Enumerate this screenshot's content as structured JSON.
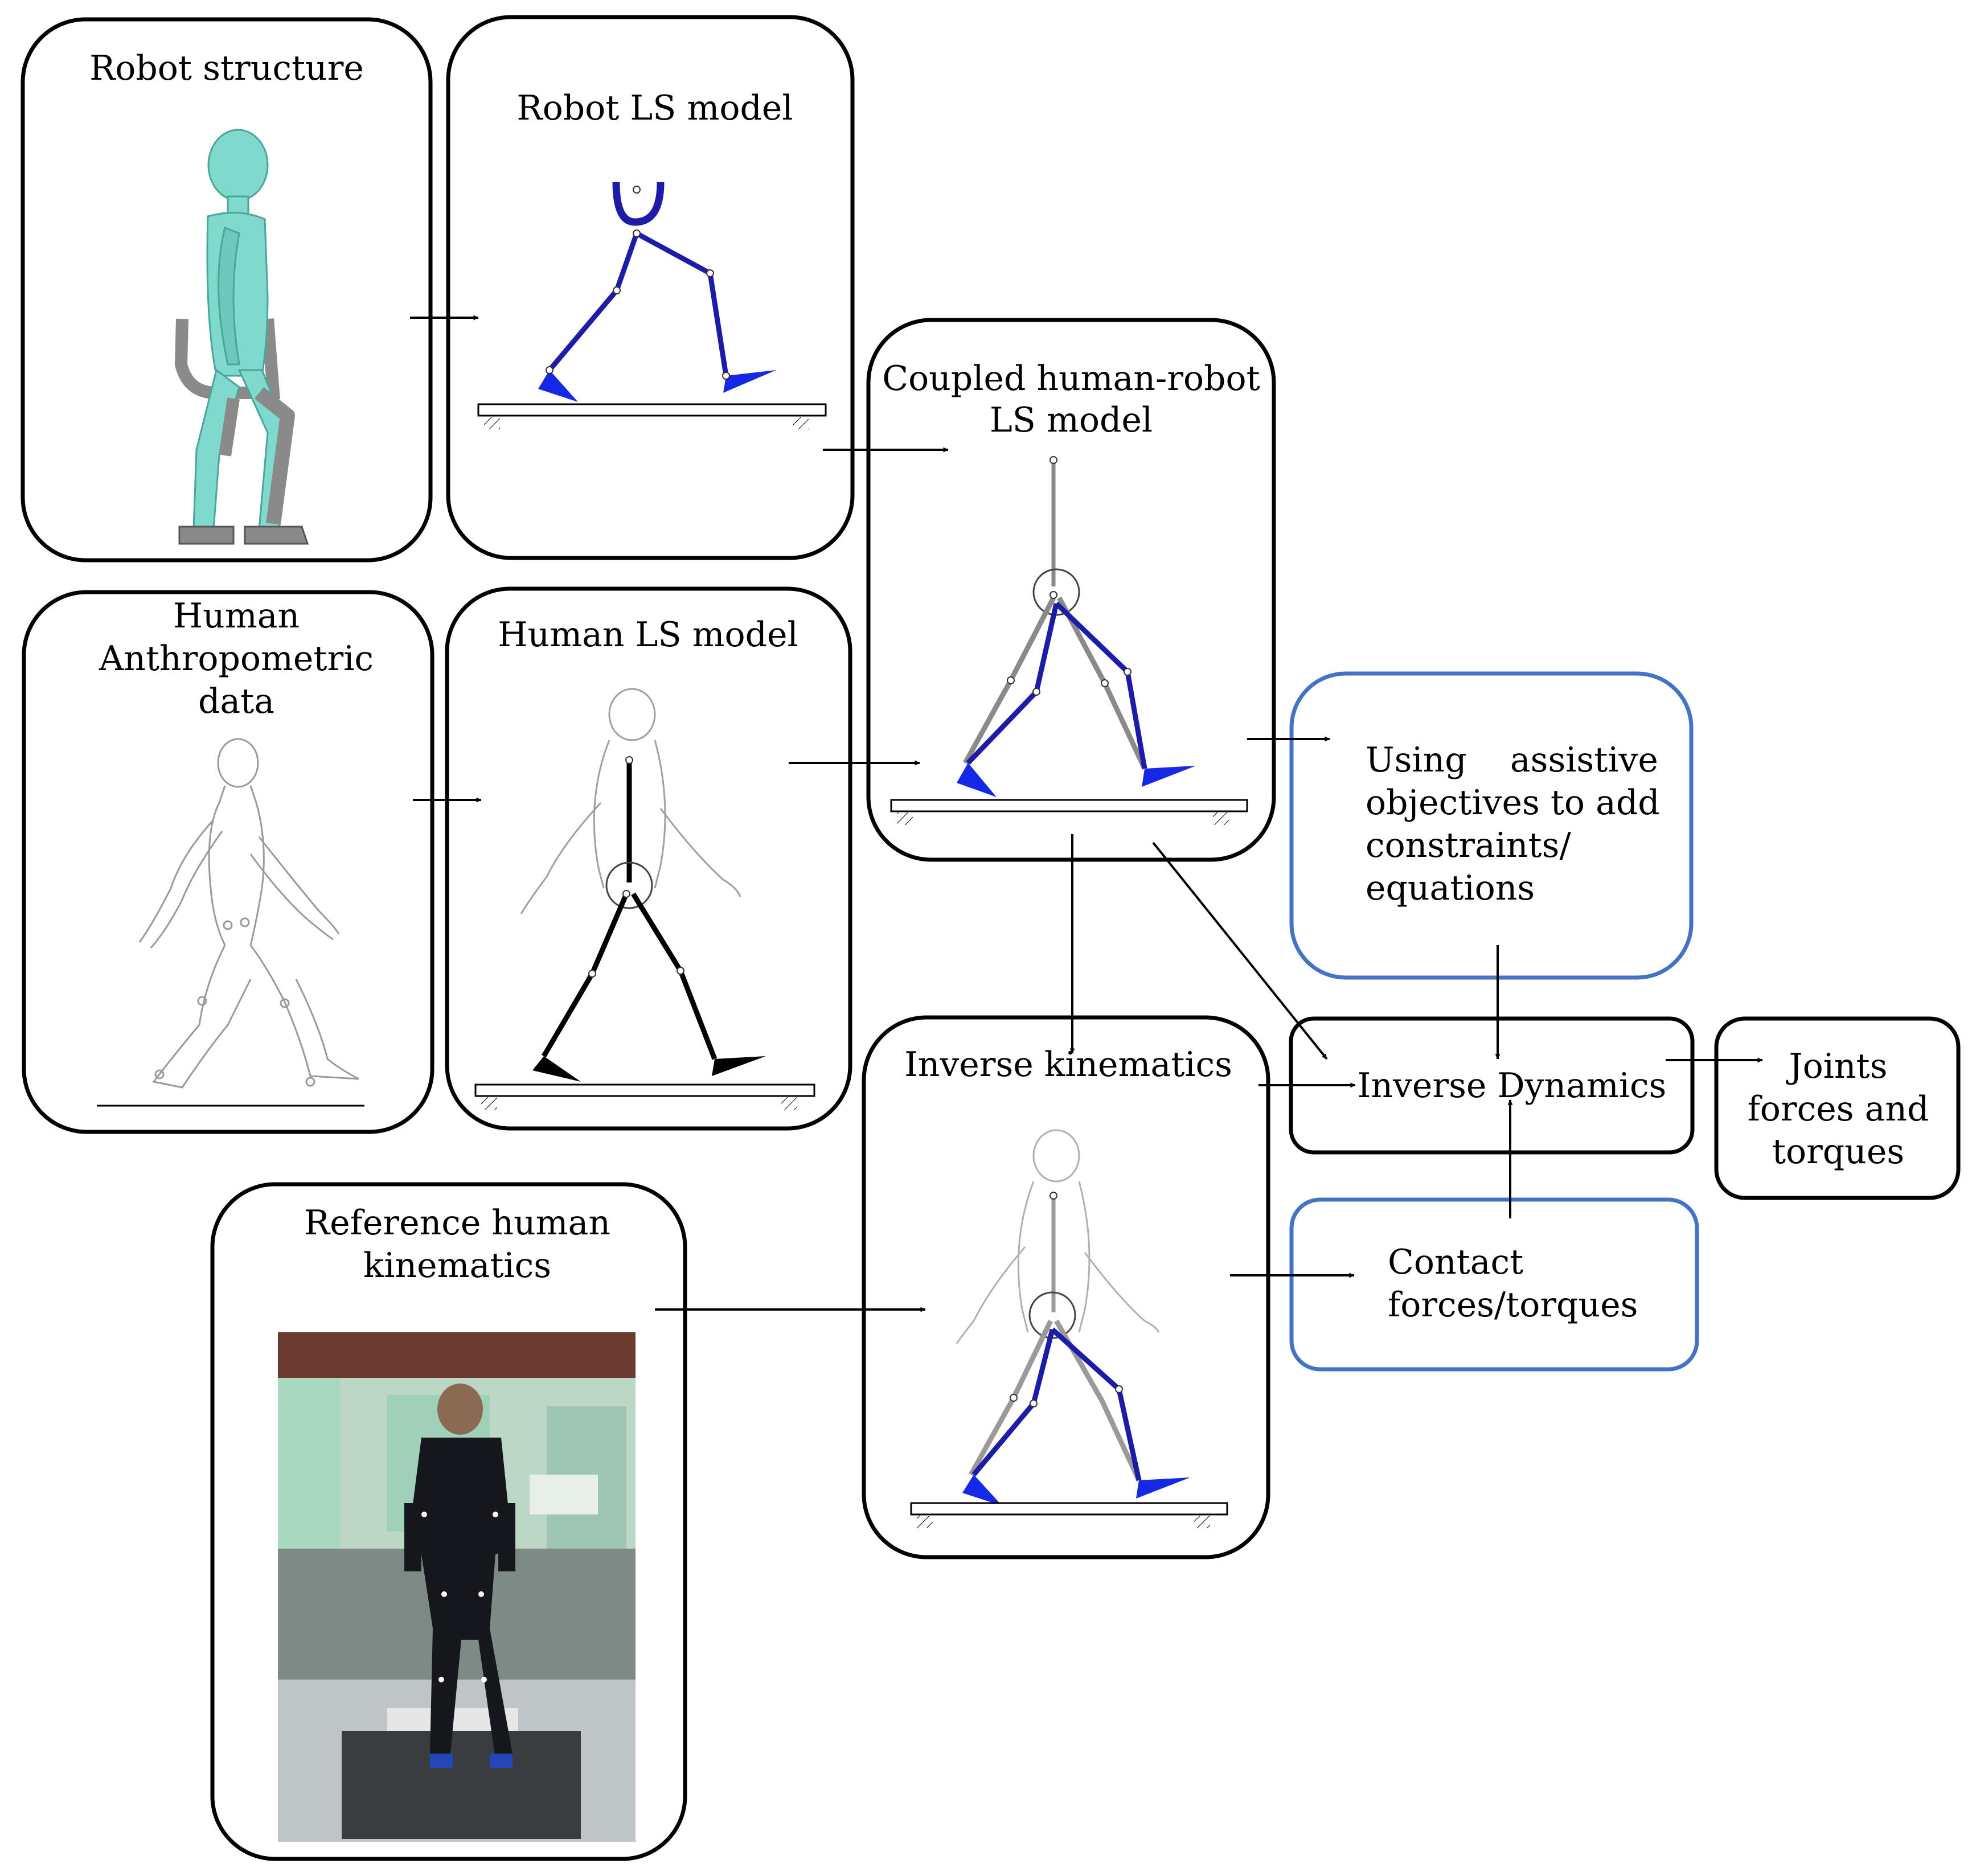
{
  "colors": {
    "box_border": "#000000",
    "highlight_border": "#4472c4",
    "robot_link": "#1c1ca8",
    "robot_foot": "#1428e6",
    "human_skin": "#7fd9cc",
    "exo_gray": "#8a8a8a"
  },
  "boxes": {
    "robot_structure": {
      "label": "Robot structure"
    },
    "robot_ls_model": {
      "label": "Robot LS model"
    },
    "coupled_model": {
      "label_lines": [
        "Coupled human-robot",
        "LS model"
      ]
    },
    "human_anthropometric": {
      "label_lines": [
        "Human",
        "Anthropometric",
        "data"
      ]
    },
    "human_ls_model": {
      "label": "Human LS model"
    },
    "assistive_objectives": {
      "label_lines": [
        "Using    assistive",
        "objectives to add",
        "constraints/",
        "equations"
      ]
    },
    "inverse_kinematics": {
      "label": "Inverse kinematics"
    },
    "inverse_dynamics": {
      "label": "Inverse Dynamics"
    },
    "joints_output": {
      "label_lines": [
        "Joints",
        "forces and",
        "torques"
      ]
    },
    "contact_forces": {
      "label_lines": [
        "Contact",
        "forces/torques"
      ]
    },
    "reference_kinematics": {
      "label_lines": [
        "Reference human",
        "kinematics"
      ]
    }
  },
  "icons": [
    "arrow-icon",
    "robot-walking-figure",
    "human-outline-figure",
    "motion-capture-photo"
  ]
}
